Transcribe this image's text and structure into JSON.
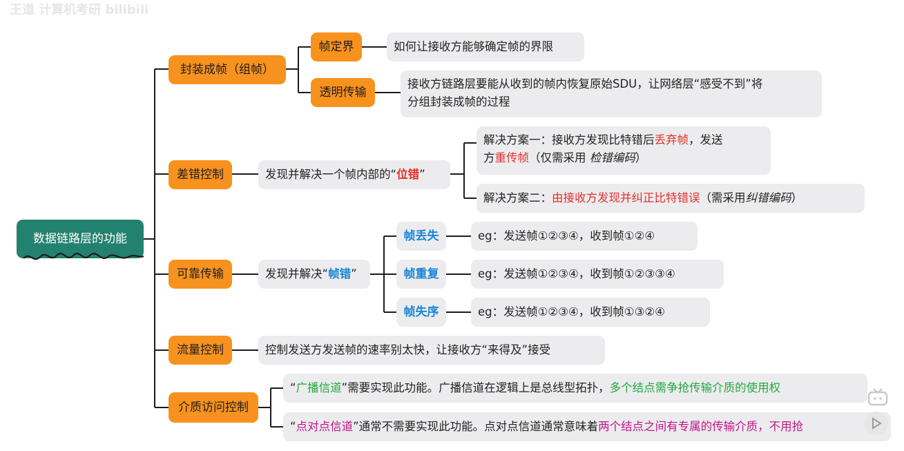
{
  "watermark": "王道 计算机考研 bilibili",
  "root": {
    "label": "数据链路层的功能"
  },
  "encap": {
    "label": "封装成帧（组帧）",
    "frame_boundary": {
      "label": "帧定界",
      "desc": "如何让接收方能够确定帧的界限"
    },
    "transparent": {
      "label": "透明传输",
      "desc_line1": "接收方链路层要能从收到的帧内恢复原始SDU，让网络层“感受不到”将",
      "desc_line2": "分组封装成帧的过程"
    }
  },
  "error": {
    "label": "差错控制",
    "mid_prefix": "发现并解决一个帧内部的“",
    "mid_key": "位错",
    "mid_suffix": "”",
    "sol1": {
      "p1": "解决方案一：接收方发现比特错后",
      "p1_red": "丢弃帧",
      "p1_end": "，发送",
      "p2_start": "方",
      "p2_red": "重传帧",
      "p2_mid": "（仅需采用 ",
      "p2_it": "检错编码",
      "p2_end": "）"
    },
    "sol2": {
      "p1": "解决方案二：",
      "p1_red": "由接收方发现并纠正比特错误",
      "p1_mid": "（需采用 ",
      "p1_it": "纠错编码",
      "p1_end": "）"
    }
  },
  "reliable": {
    "label": "可靠传输",
    "mid_prefix": "发现并解决“",
    "mid_key": "帧错",
    "mid_suffix": "”",
    "lost": {
      "label": "帧丢失",
      "eg": "eg：发送帧①②③④，收到帧①②④"
    },
    "dup": {
      "label": "帧重复",
      "eg": "eg：发送帧①②③④，收到帧①②③③④"
    },
    "order": {
      "label": "帧失序",
      "eg": "eg：发送帧①②③④，收到帧①③②④"
    }
  },
  "flow": {
    "label": "流量控制",
    "desc": "控制发送方发送帧的速率别太快，让接收方“来得及”接受"
  },
  "mac": {
    "label": "介质访问控制",
    "bc": {
      "q_open": "“",
      "key": "广播信道",
      "q_close": "”",
      "mid": "需要实现此功能。广播信道在逻辑上是总线型拓扑，",
      "end": "多个结点需争抢传输介质的使用权"
    },
    "p2p": {
      "q_open": "“",
      "key": "点对点信道",
      "q_close": "”",
      "mid": "通常不需要实现此功能。点对点信道通常意味着",
      "end": "两个结点之间有专属的传输介质，不用抢"
    }
  },
  "colors": {
    "root": "#23816f",
    "branch": "#f7921e",
    "leaf": "#ececee",
    "blue": "#1a86d8",
    "red": "#e5302a",
    "green": "#22a93b",
    "magenta": "#c3148a"
  }
}
